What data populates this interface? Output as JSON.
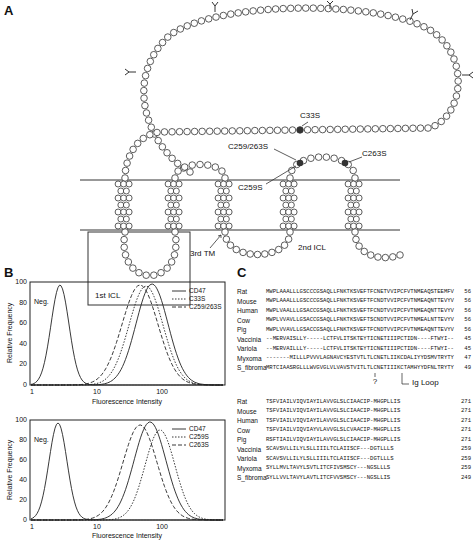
{
  "diagram": {
    "labels": [
      "A",
      "C33S",
      "C259/263S",
      "C263S",
      "C259S",
      "1st ICL",
      "3rd TM",
      "2nd ICL",
      "B",
      "Neg.",
      "Relative Frequency",
      "Fluorescence Intensity",
      "0",
      "20",
      "40",
      "60",
      "80",
      "100",
      "1",
      "10",
      "100",
      "Neg.",
      "Relative Frequency",
      "Fluorescence Intensity",
      "0",
      "20",
      "40",
      "60",
      "80",
      "100",
      "1",
      "10",
      "100",
      "C",
      "Rat",
      "Mouse",
      "Human",
      "Cow",
      "Pig",
      "Vaccinia",
      "Variola",
      "Myxoma",
      "S_fibroma",
      "MWPLAAALLLGSCCCGSAQLLFNKTKSVEFTFCNETVVIPCFVTNMEAQSTEEMFV",
      "MWPLAAALLLGSCCCGSAQLLFNKTKSVEFTFCNDTVVIPCFVTNMEAQNTTEVYV",
      "MWPLVAALLLGSACCGSAQLLFNKTKSVEFTFCNDTVVIPCFVTNMEAQNTTEVYV",
      "MWPLVVAVLLGSACCGSAQLLFNKTKSVEFTSCNDTVVIPCFVTNMEALNTTEVYV",
      "MWPLVVAVLLGSACCGSAQLLFNKTKSVEFTFCNDTVVIPCFVTNMEAQNTTEVYV",
      "--MERVAISLLY-----LCTFVLITSKTEYTICNETIIIPCTIDN----FTWYI--",
      "--MERVAILLLY-----LCTFVLITSKTEYTICNETIIIPCTIDN----FTWYI--",
      "-------MILLLPVVVLAGNAVCYESTVTLTLCNETLIIKCDALIYYDSMVTRYTY",
      "MRTCIAASRGLLLWVGVGLVLVAVSTVITLTLCNETIIIKCTAMHYYDFNLTRYTY",
      "56",
      "56",
      "56",
      "56",
      "56",
      "45",
      "45",
      "47",
      "49",
      "?",
      "Ig Loop",
      "Rat",
      "Mouse",
      "Human",
      "Cow",
      "Pig",
      "Vaccinia",
      "Variola",
      "Myxoma",
      "S_fibroma",
      "TSFVIAILVIQVIAYILAVVGLSLCIAACIP-MHGPLLIS",
      "TSFVIAILVIQVIAYILAVVGLSLCIAACIP-MHGPLLIS",
      "TSFVIAILVIQVIAYILAVVGLSLCIAACIP-MHGPLLIS",
      "TSFVIAILVIQVIAYVLAVVGLSLCVAACIP-MHGPLLIS",
      "RSFTIAILVIQVIAYILAVVGLSLCIAACIP-MHGPLLIS",
      "SCAVSVLLILYLSLLIIILTCLAIISCF---DGTLLLS",
      "SCAVSVLLILYLSLLIIILTCLAIISCF---DGTLLLS",
      "SYLLMVLTAVYLSVTLITCFIVSMSCY---NGSLLLS",
      "SYLLVVLTAVYLAVTLITCFVVSMSCY---NGSLLIS",
      "271",
      "271",
      "271",
      "271",
      "271",
      "259",
      "259",
      "259",
      "249"
    ],
    "legend": [
      {
        "text": "CD47"
      },
      {
        "text": "C33S"
      },
      {
        "text": "C259/263S"
      },
      {
        "text": "CD47"
      },
      {
        "text": "C259S"
      },
      {
        "text": "C263S"
      }
    ]
  }
}
